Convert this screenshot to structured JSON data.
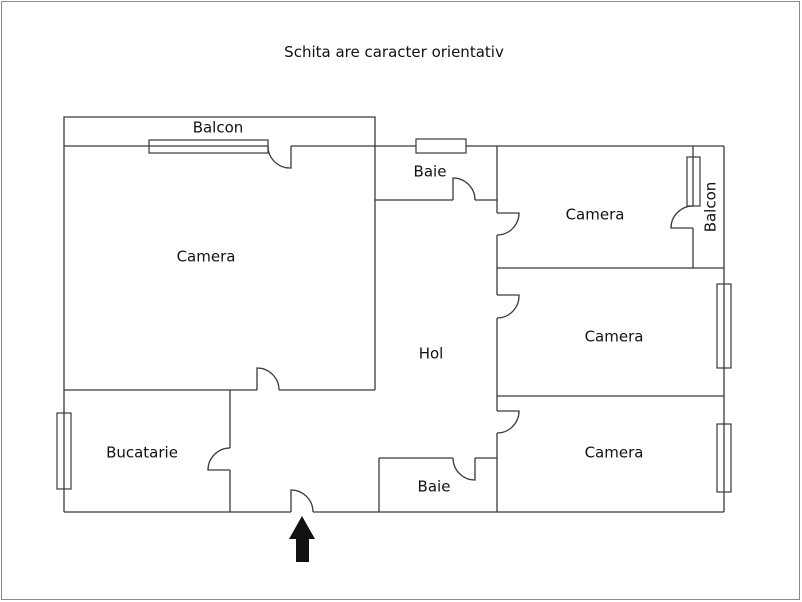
{
  "title": "Schita are caracter orientativ",
  "rooms": {
    "balcon_top": "Balcon",
    "camera_large": "Camera",
    "baie_top": "Baie",
    "camera_top_right": "Camera",
    "balcon_right": "Balcon",
    "hol": "Hol",
    "camera_mid_right": "Camera",
    "bucatarie": "Bucatarie",
    "baie_bottom": "Baie",
    "camera_bottom_right": "Camera"
  },
  "entrance": {
    "icon": "arrow-up-icon"
  },
  "colors": {
    "wall": "#3a3a3a",
    "frame": "#8a8a8a",
    "arrow": "#111111",
    "background": "#ffffff"
  }
}
